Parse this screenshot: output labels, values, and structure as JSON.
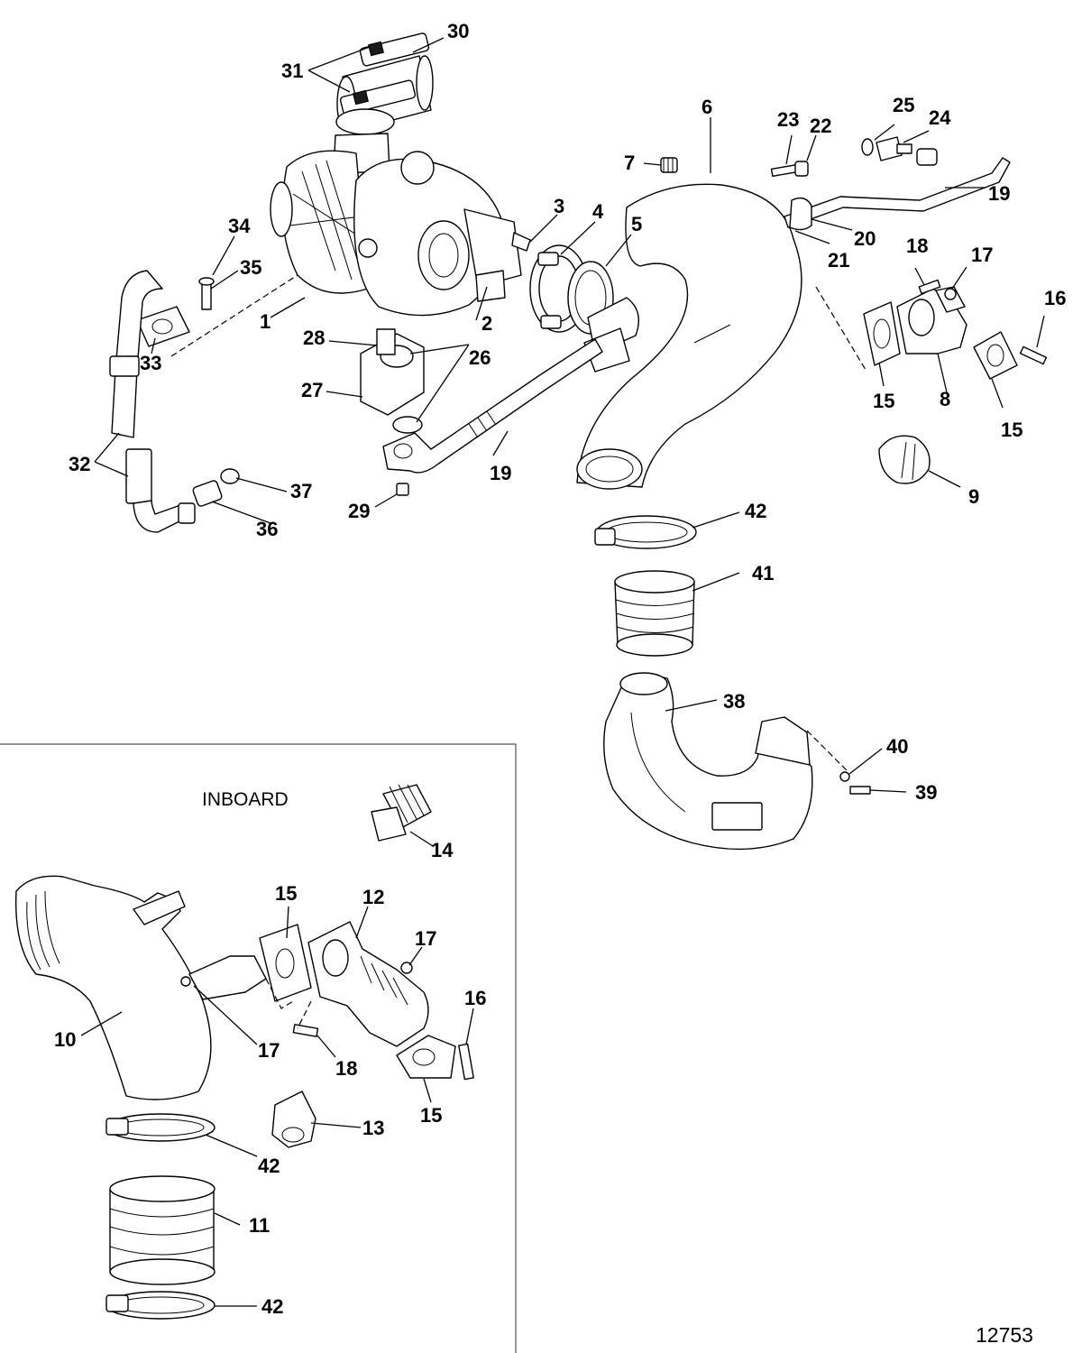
{
  "section_label": "INBOARD",
  "figure_number": "12753",
  "callouts": {
    "c1": "1",
    "c2": "2",
    "c3": "3",
    "c4": "4",
    "c5": "5",
    "c6": "6",
    "c7": "7",
    "c8": "8",
    "c9": "9",
    "c10": "10",
    "c11": "11",
    "c12": "12",
    "c13": "13",
    "c14": "14",
    "c15a": "15",
    "c15b": "15",
    "c15c": "15",
    "c15d": "15",
    "c16a": "16",
    "c16b": "16",
    "c17a": "17",
    "c17b": "17",
    "c17c": "17",
    "c18a": "18",
    "c18b": "18",
    "c19a": "19",
    "c19b": "19",
    "c20": "20",
    "c21": "21",
    "c22": "22",
    "c23": "23",
    "c24": "24",
    "c25": "25",
    "c26": "26",
    "c27": "27",
    "c28": "28",
    "c29": "29",
    "c30": "30",
    "c31": "31",
    "c32": "32",
    "c33": "33",
    "c34": "34",
    "c35": "35",
    "c36": "36",
    "c37": "37",
    "c38": "38",
    "c39": "39",
    "c40": "40",
    "c41": "41",
    "c42a": "42",
    "c42b": "42",
    "c42c": "42"
  }
}
